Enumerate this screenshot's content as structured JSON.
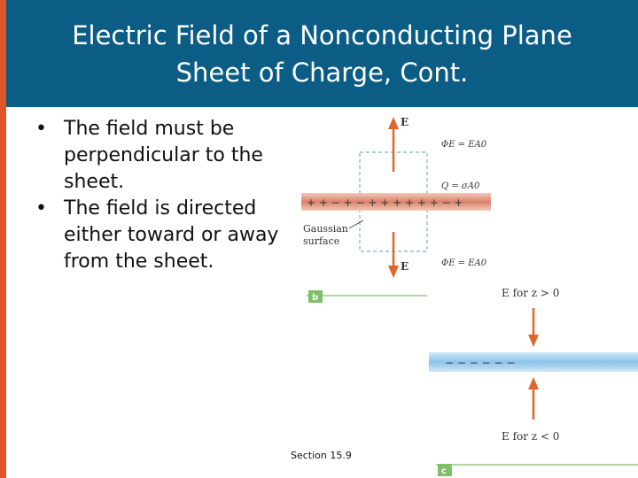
{
  "slide": {
    "title_line1": "Electric Field of a Nonconducting Plane",
    "title_line2": "Sheet of Charge, Cont.",
    "bullets": [
      {
        "marker": "•",
        "text": "The field must be perpendicular to the sheet."
      },
      {
        "marker": "•",
        "text": "The field is directed either toward or away from the sheet."
      }
    ],
    "footer": "Section 15.9",
    "colors": {
      "title_bar": "#0c5d86",
      "accent_bar": "#e0562b",
      "arrow": "#e0662a"
    }
  },
  "figure_b": {
    "label": "b",
    "E_top": "E",
    "E_bottom": "E",
    "flux_top": "ΦE = EA0",
    "flux_bottom": "ΦE = EA0",
    "charge": "Q = σA0",
    "charges": "+ + − + − + + + + + + − +",
    "gaussian_1": "Gaussian",
    "gaussian_2": "surface"
  },
  "figure_c": {
    "label": "c",
    "E_above": "E for z > 0",
    "E_below": "E for z < 0",
    "charges": "−     −     −     −     −     −"
  }
}
